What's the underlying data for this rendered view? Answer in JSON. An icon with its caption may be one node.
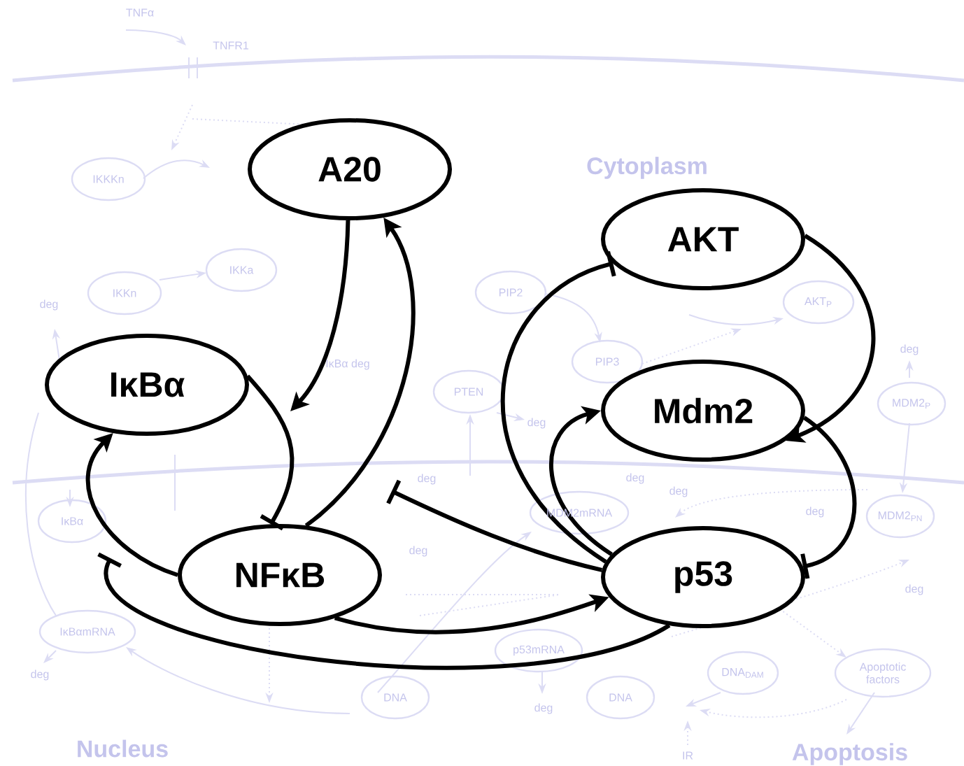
{
  "diagram": {
    "nodes": [
      {
        "text": [
          "A20"
        ]
      },
      {
        "text": [
          "AKT"
        ]
      },
      {
        "text": [
          "IκBα"
        ]
      },
      {
        "text": [
          "Mdm2"
        ]
      },
      {
        "text": [
          "NFκB"
        ]
      },
      {
        "text": [
          "p53"
        ]
      }
    ],
    "edges": [
      {
        "from": 0,
        "to": null,
        "arrow": "to"
      },
      {
        "from": 2,
        "to": 4,
        "arrow": "other"
      },
      {
        "from": 4,
        "to": 0,
        "arrow": "to"
      },
      {
        "from": 4,
        "to": 2,
        "arrow": "to"
      },
      {
        "from": 5,
        "to": null,
        "arrow": "other"
      },
      {
        "from": 4,
        "to": 5,
        "arrow": "to"
      },
      {
        "from": 5,
        "to": null,
        "arrow": "other"
      },
      {
        "from": 5,
        "to": 1,
        "arrow": "other"
      },
      {
        "from": 5,
        "to": 3,
        "arrow": "to"
      },
      {
        "from": 1,
        "to": 3,
        "arrow": "to"
      },
      {
        "from": 3,
        "to": 5,
        "arrow": "other"
      }
    ],
    "labels": [
      "TNFα",
      "TNFR1",
      "Cytoplasm",
      "IKKKn",
      "IKKn",
      "IKKa",
      "deg",
      "AKT$_{P}$",
      "deg",
      "PIP2",
      "PIP3",
      "IκBα deg",
      "PTEN",
      "MDM2$_{P}$",
      "deg",
      "deg",
      "deg",
      "deg",
      "deg",
      "MDM2$_{PN}$",
      "IκBα",
      "MDM2mRNA",
      "deg",
      "deg",
      "IκBαmRNA",
      "p53mRNA",
      "Apoptotic factors",
      "deg",
      "DNA",
      "DNA$_{DAM}$",
      "DNA",
      "deg",
      "IR",
      "Nucleus",
      "Apoptosis"
    ]
  }
}
